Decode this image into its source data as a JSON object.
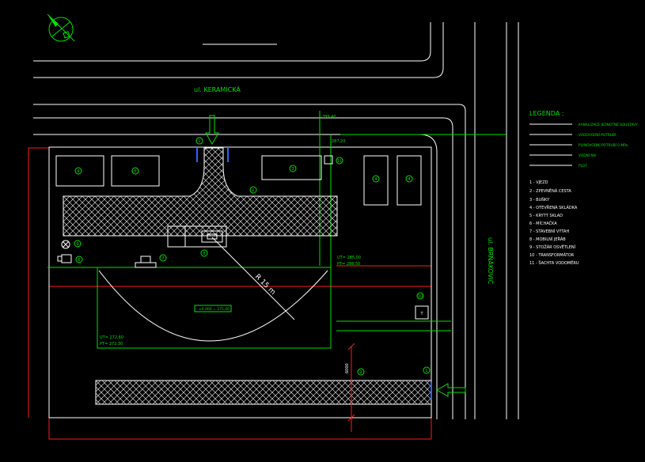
{
  "colors": {
    "background": "#000000",
    "lines": "#ffffff",
    "green": "#00e000",
    "red": "#ff1a1a",
    "hatch": "#ffffff"
  },
  "streets": {
    "north": "ul. KERAMICKÁ",
    "east": "ul. BRŇÁKOVIČ"
  },
  "legend": {
    "title": "LEGENDA :",
    "lines": [
      "KANALIZACE JEDNOTNÉ SOUSTAVY",
      "VODOVODNÍ POTRUBÍ",
      "PLYNOVODNÍ POTRUBÍ 0 MPa",
      "VODNÍ NN",
      "PLOT"
    ],
    "items": [
      "1 - VJEZD",
      "2 - ZPEVNĚNÁ CESTA",
      "3 - BUŇKY",
      "4 - OTEVŘENÁ SKLÁDKA",
      "5 - KRYTÝ SKLAD",
      "6 - MÍCHAČKA",
      "7 - STAVEBNÍ VÝTAH",
      "8 - MOBILNÍ JEŘÁB",
      "9 - STOŽÁR OSVĚTLENÍ",
      "10 - TRANSFORMÁTOR",
      "11 - ŠACHTA VODOMĚRU"
    ]
  },
  "labels": {
    "radius": "R 15 m",
    "level_top": "289,40",
    "level_top2": "287,20",
    "ut_right": "UT= 285,00",
    "pt_right": "PT= 286,50",
    "ut_left": "UT= 272,60",
    "pt_left": "PT= 272,30",
    "center_box": "±0,000 = 275,00",
    "distance": "6000"
  },
  "markers": {
    "entrance_top": "1",
    "entrance_right": "1",
    "cabin_left1": "4",
    "cabin_left2": "5",
    "cabin_right": "3",
    "store_a": "4",
    "store_b": "4",
    "road": "2",
    "crane": "8",
    "lift": "7",
    "light": "9",
    "mixer": "6",
    "water_shaft": "11",
    "transformer": "10",
    "road_right": "2",
    "trafo_box": "T"
  }
}
